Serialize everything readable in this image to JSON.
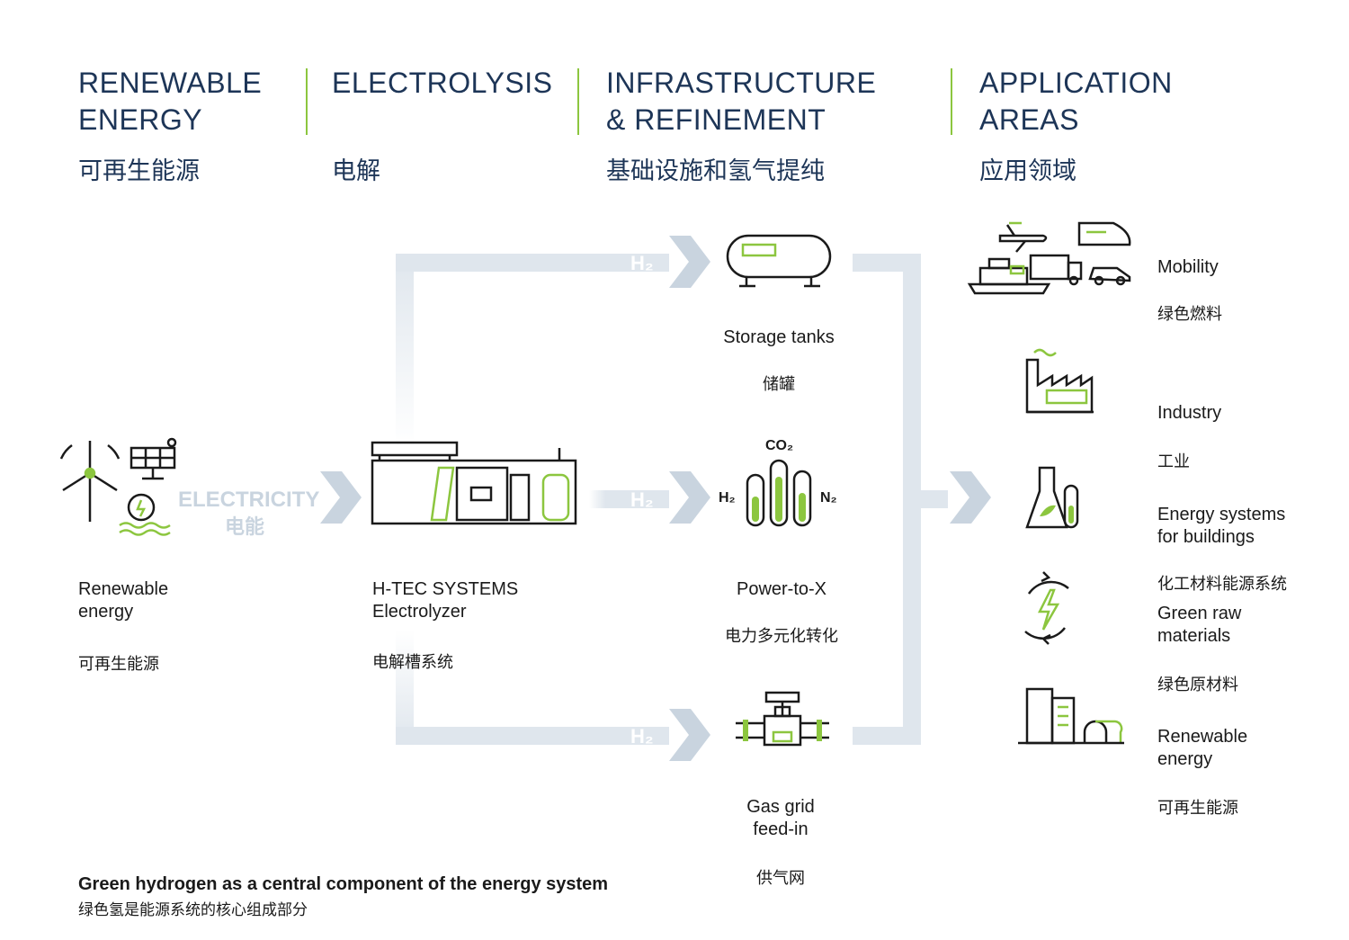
{
  "stages": [
    {
      "en": "RENEWABLE\nENERGY",
      "zh": "可再生能源"
    },
    {
      "en": "ELECTROLYSIS",
      "zh": "电解"
    },
    {
      "en": "INFRASTRUCTURE\n& REFINEMENT",
      "zh": "基础设施和氢气提纯"
    },
    {
      "en": "APPLICATION\nAREAS",
      "zh": "应用领域"
    }
  ],
  "source": {
    "en": "Renewable\nenergy",
    "zh": "可再生能源"
  },
  "electricity": {
    "en": "ELECTRICITY",
    "zh": "电能"
  },
  "electrolyzer": {
    "en": "H-TEC SYSTEMS\nElectrolyzer",
    "zh": "电解槽系统"
  },
  "h2_label": "H₂",
  "infrastructure": [
    {
      "en": "Storage tanks",
      "zh": "储罐",
      "icon": "storage-tank-icon"
    },
    {
      "en": "Power-to-X",
      "zh": "电力多元化转化",
      "icon": "test-tubes-icon"
    },
    {
      "en": "Gas grid\nfeed-in",
      "zh": "供气网",
      "icon": "pipeline-valve-icon"
    }
  ],
  "ptx_tubes": {
    "co2": "CO₂",
    "h2": "H₂",
    "n2": "N₂"
  },
  "applications": [
    {
      "en": "Mobility",
      "zh": "绿色燃料",
      "icon": "transport-vehicles-icon"
    },
    {
      "en": "Industry",
      "zh": "工业",
      "icon": "factory-icon"
    },
    {
      "en": "Energy systems\nfor buildings",
      "zh": "化工材料能源系统",
      "icon": "flask-icon"
    },
    {
      "en": "Green raw\nmaterials",
      "zh": "绿色原材料",
      "icon": "energy-cycle-icon"
    },
    {
      "en": "Renewable\nenergy",
      "zh": "可再生能源",
      "icon": "buildings-icon"
    }
  ],
  "caption": {
    "en": "Green hydrogen as a central component of the energy system",
    "zh": "绿色氢是能源系统的核心组成部分"
  },
  "colors": {
    "accent": "#8cc63f",
    "heading": "#1d3557",
    "flow": "#c9d4df",
    "ink": "#1a1a1a"
  }
}
